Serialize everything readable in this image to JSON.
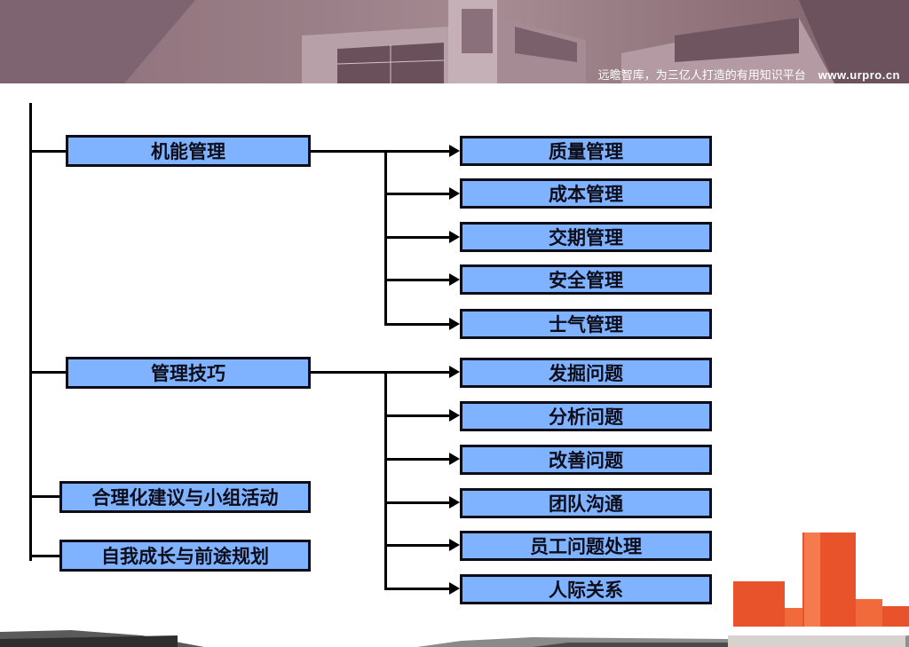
{
  "header": {
    "slogan": "远瞻智库，为三亿人打造的有用知识平台",
    "url": "www.urpro.cn"
  },
  "tree": {
    "level1": [
      {
        "label": "机能管理"
      },
      {
        "label": "管理技巧"
      },
      {
        "label": "合理化建议与小组活动"
      },
      {
        "label": "自我成长与前途规划"
      }
    ],
    "group1": [
      {
        "label": "质量管理"
      },
      {
        "label": "成本管理"
      },
      {
        "label": "交期管理"
      },
      {
        "label": "安全管理"
      },
      {
        "label": "士气管理"
      }
    ],
    "group2": [
      {
        "label": "发掘问题"
      },
      {
        "label": "分析问题"
      },
      {
        "label": "改善问题"
      },
      {
        "label": "团队沟通"
      },
      {
        "label": "员工问题处理"
      },
      {
        "label": "人际关系"
      }
    ]
  },
  "colors": {
    "box_fill": "#7fb2ff",
    "box_border": "#0d0d1a",
    "accent_orange": "#e8532b"
  }
}
